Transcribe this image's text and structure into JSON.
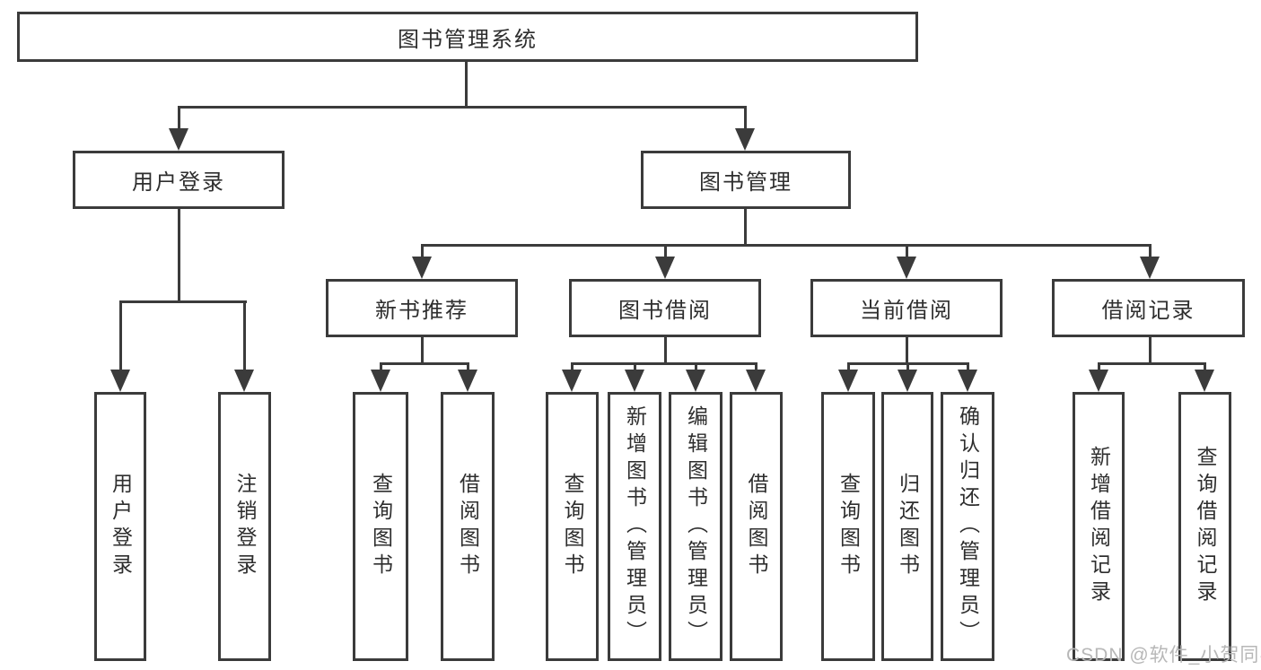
{
  "title": "图书管理系统",
  "watermark": {
    "text": "CSDN @软件_小贺同学"
  },
  "colors": {
    "line": "#3b3b3b",
    "text": "#2e2e2e",
    "watermark": "#b7b7b7",
    "background": "#ffffff"
  },
  "tree": {
    "root": {
      "label": "图书管理系统"
    },
    "branches": [
      {
        "label": "用户登录",
        "children": [
          {
            "label": "用户登录"
          },
          {
            "label": "注销登录"
          }
        ]
      },
      {
        "label": "图书管理",
        "children": [
          {
            "label": "新书推荐",
            "children": [
              {
                "label": "查询图书"
              },
              {
                "label": "借阅图书"
              }
            ]
          },
          {
            "label": "图书借阅",
            "children": [
              {
                "label": "查询图书"
              },
              {
                "label": "新增图书（管理员）"
              },
              {
                "label": "编辑图书（管理员）"
              },
              {
                "label": "借阅图书"
              }
            ]
          },
          {
            "label": "当前借阅",
            "children": [
              {
                "label": "查询图书"
              },
              {
                "label": "归还图书"
              },
              {
                "label": "确认归还（管理员）"
              }
            ]
          },
          {
            "label": "借阅记录",
            "children": [
              {
                "label": "新增借阅记录"
              },
              {
                "label": "查询借阅记录"
              }
            ]
          }
        ]
      }
    ]
  }
}
